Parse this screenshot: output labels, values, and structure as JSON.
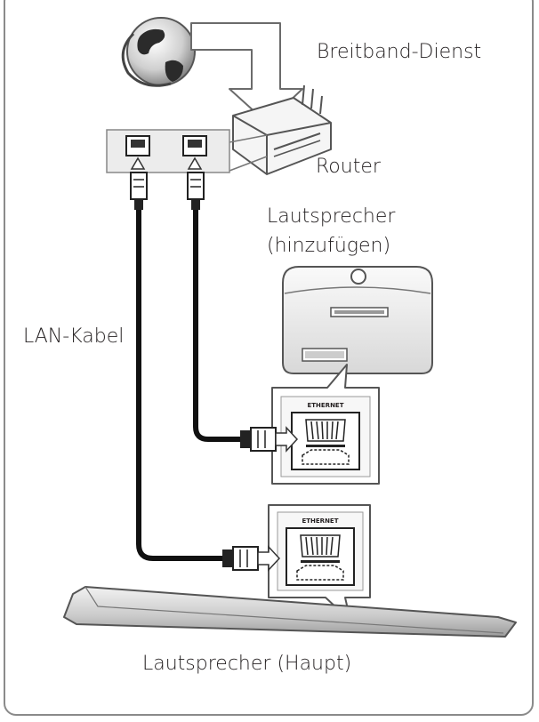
{
  "labels": {
    "broadband": "Breitband-Dienst",
    "router": "Router",
    "speaker_add": "Lautsprecher\n(hinzufügen)",
    "speaker_add_line1": "Lautsprecher",
    "speaker_add_line2": "(hinzufügen)",
    "lan_cable": "LAN-Kabel",
    "speaker_main": "Lautsprecher (Haupt)",
    "port_top": "ETHERNET",
    "port_bottom": "ETHERNET"
  },
  "icons": [
    "globe-icon",
    "router-icon",
    "ethernet-port-icon",
    "rj45-plug-icon",
    "speaker-icon",
    "soundbar-icon"
  ]
}
